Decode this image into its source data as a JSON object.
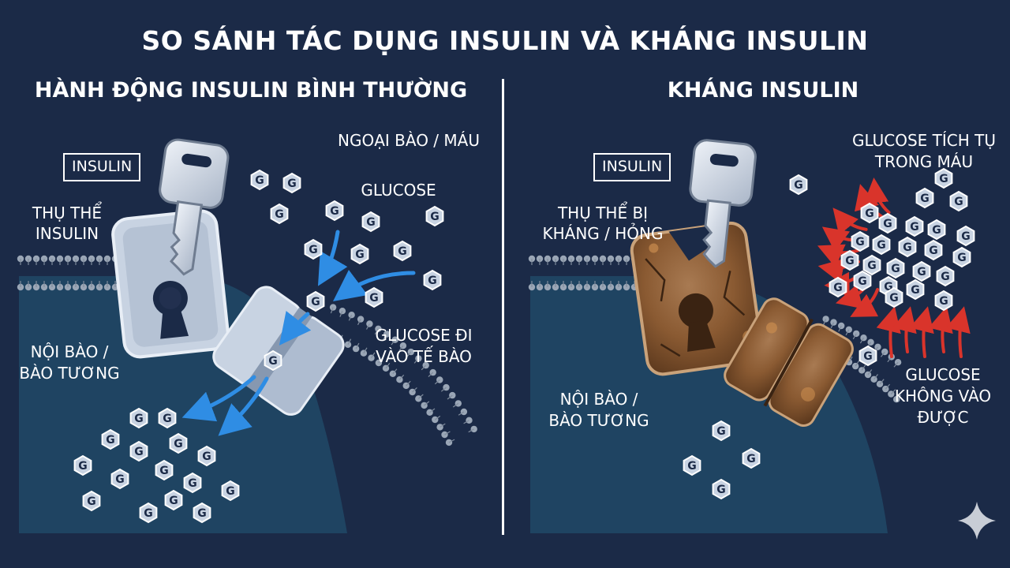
{
  "title": "SO SÁNH TÁC DỤNG INSULIN VÀ KHÁNG INSULIN",
  "left_panel": {
    "heading": "HÀNH ĐỘNG INSULIN BÌNH THƯỜNG",
    "insulin_label": "INSULIN",
    "receptor_line1": "THỤ THỂ",
    "receptor_line2": "INSULIN",
    "extracellular_label": "NGOẠI BÀO / MÁU",
    "glucose_label": "GLUCOSE",
    "entry_line1": "GLUCOSE ĐI",
    "entry_line2": "VÀO TẾ BÀO",
    "intracellular_line1": "NỘI BÀO /",
    "intracellular_line2": "BÀO TƯƠNG"
  },
  "right_panel": {
    "heading": "KHÁNG INSULIN",
    "insulin_label": "INSULIN",
    "receptor_line1": "THỤ THỂ BỊ",
    "receptor_line2": "KHÁNG / HỎNG",
    "accumulate_line1": "GLUCOSE TÍCH TỤ",
    "accumulate_line2": "TRONG MÁU",
    "blocked_line1": "GLUCOSE",
    "blocked_line2": "KHÔNG VÀO",
    "blocked_line3": "ĐƯỢC",
    "intracellular_line1": "NỘI BÀO /",
    "intracellular_line2": "BÀO TƯƠNG"
  },
  "glucose_symbol": "G",
  "colors": {
    "background": "#1b2a47",
    "cytoplasm": "#1f4462",
    "membrane": "#9aa6b6",
    "healthy_part": "#c8d3e2",
    "rust": "#8a5a32",
    "flow_arrow": "#2f8de4",
    "blocked_arrow": "#d9342b"
  },
  "icons": [
    "key-icon",
    "lock-receptor-icon",
    "glucose-transporter-icon",
    "rusted-lock-icon",
    "broken-transporter-icon",
    "sparkle-icon"
  ]
}
